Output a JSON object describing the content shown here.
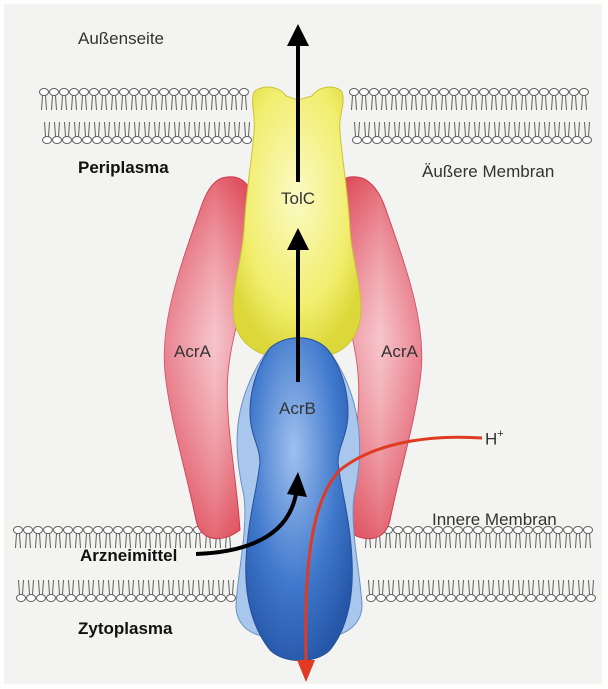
{
  "labels": {
    "outside": "Außenseite",
    "periplasm": "Periplasma",
    "outer_membrane": "Äußere Membran",
    "tolc": "TolC",
    "acra_left": "AcrA",
    "acra_right": "AcrA",
    "acrb": "AcrB",
    "proton": "H",
    "proton_charge": "+",
    "inner_membrane": "Innere Membran",
    "drug": "Arzneimittel",
    "cytoplasm": "Zytoplasma"
  },
  "colors": {
    "tolc": "#ece84a",
    "acra": "#e0485c",
    "acrb": "#3b74c8",
    "acrb_light": "#a7c6ea",
    "proton_arrow": "#e03a22",
    "membrane": "#666666",
    "arrow": "#000000",
    "background": "#f3f3f2"
  }
}
